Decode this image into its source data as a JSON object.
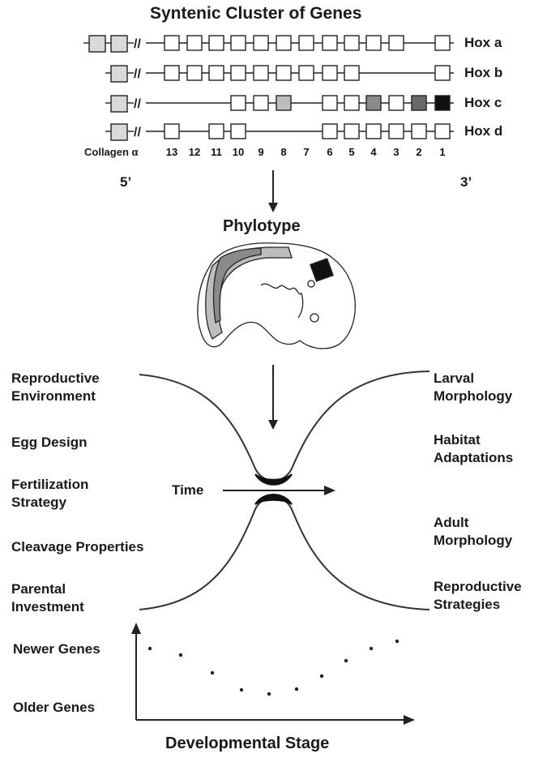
{
  "title": "Syntenic Cluster of Genes",
  "hox_rows": [
    {
      "label": "Hox a"
    },
    {
      "label": "Hox b"
    },
    {
      "label": "Hox c"
    },
    {
      "label": "Hox d"
    }
  ],
  "collagen_label": "Collagen α",
  "gene_numbers": [
    "13",
    "12",
    "11",
    "10",
    "9",
    "8",
    "7",
    "6",
    "5",
    "4",
    "3",
    "2",
    "1"
  ],
  "five_prime": "5’",
  "three_prime": "3’",
  "phylotype": "Phylotype",
  "time_label": "Time",
  "left_labels": [
    "Reproductive\nEnvironment",
    "Egg Design",
    "Fertilization\nStrategy",
    "Cleavage Properties",
    "Parental\nInvestment"
  ],
  "right_labels": [
    "Larval\nMorphology",
    "Habitat\nAdaptations",
    "Adult\nMorphology",
    "Reproductive\nStrategies"
  ],
  "newer_genes": "Newer Genes",
  "older_genes": "Older Genes",
  "x_axis_label": "Developmental Stage",
  "colors": {
    "line": "#222222",
    "box_fill": "#ffffff",
    "collagen_fill": "#d9d9d9",
    "shade_light": "#bdbdbd",
    "shade_mid": "#8a8a8a",
    "shade_dark": "#6a6a6a",
    "shade_black": "#111111"
  }
}
